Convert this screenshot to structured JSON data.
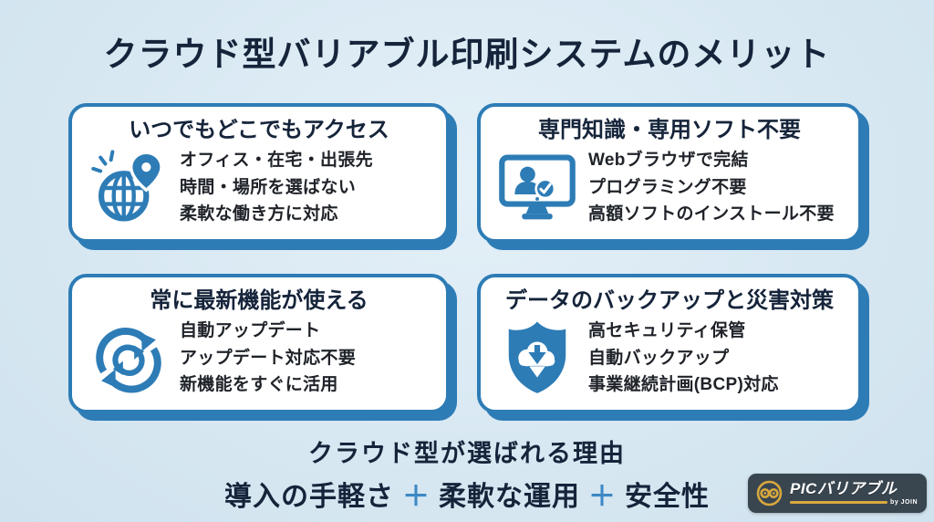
{
  "title": "クラウド型バリアブル印刷システムのメリット",
  "cards": [
    {
      "title": "いつでもどこでもアクセス",
      "icon": "globe-pin-icon",
      "lines": [
        "オフィス・在宅・出張先",
        "時間・場所を選ばない",
        "柔軟な働き方に対応"
      ]
    },
    {
      "title": "専門知識・専用ソフト不要",
      "icon": "monitor-user-check-icon",
      "lines": [
        "Webブラウザで完結",
        "プログラミング不要",
        "高額ソフトのインストール不要"
      ]
    },
    {
      "title": "常に最新機能が使える",
      "icon": "sync-arrows-icon",
      "lines": [
        "自動アップデート",
        "アップデート対応不要",
        "新機能をすぐに活用"
      ]
    },
    {
      "title": "データのバックアップと災害対策",
      "icon": "shield-cloud-download-icon",
      "lines": [
        "高セキュリティ保管",
        "自動バックアップ",
        "事業継続計画(BCP)対応"
      ]
    }
  ],
  "footer": {
    "heading": "クラウド型が選ばれる理由",
    "plus": "＋",
    "items": [
      "導入の手軽さ",
      "柔軟な運用",
      "安全性"
    ]
  },
  "logo": {
    "brand": "PICバリアブル",
    "sub": "by JOIN"
  },
  "colors": {
    "accent_blue": "#2d7cb6",
    "title_navy": "#15243a",
    "plus_blue": "#3c88c5",
    "logo_gold": "#d9a83e",
    "logo_plate": "#394650",
    "background": "#d8e8f2"
  }
}
